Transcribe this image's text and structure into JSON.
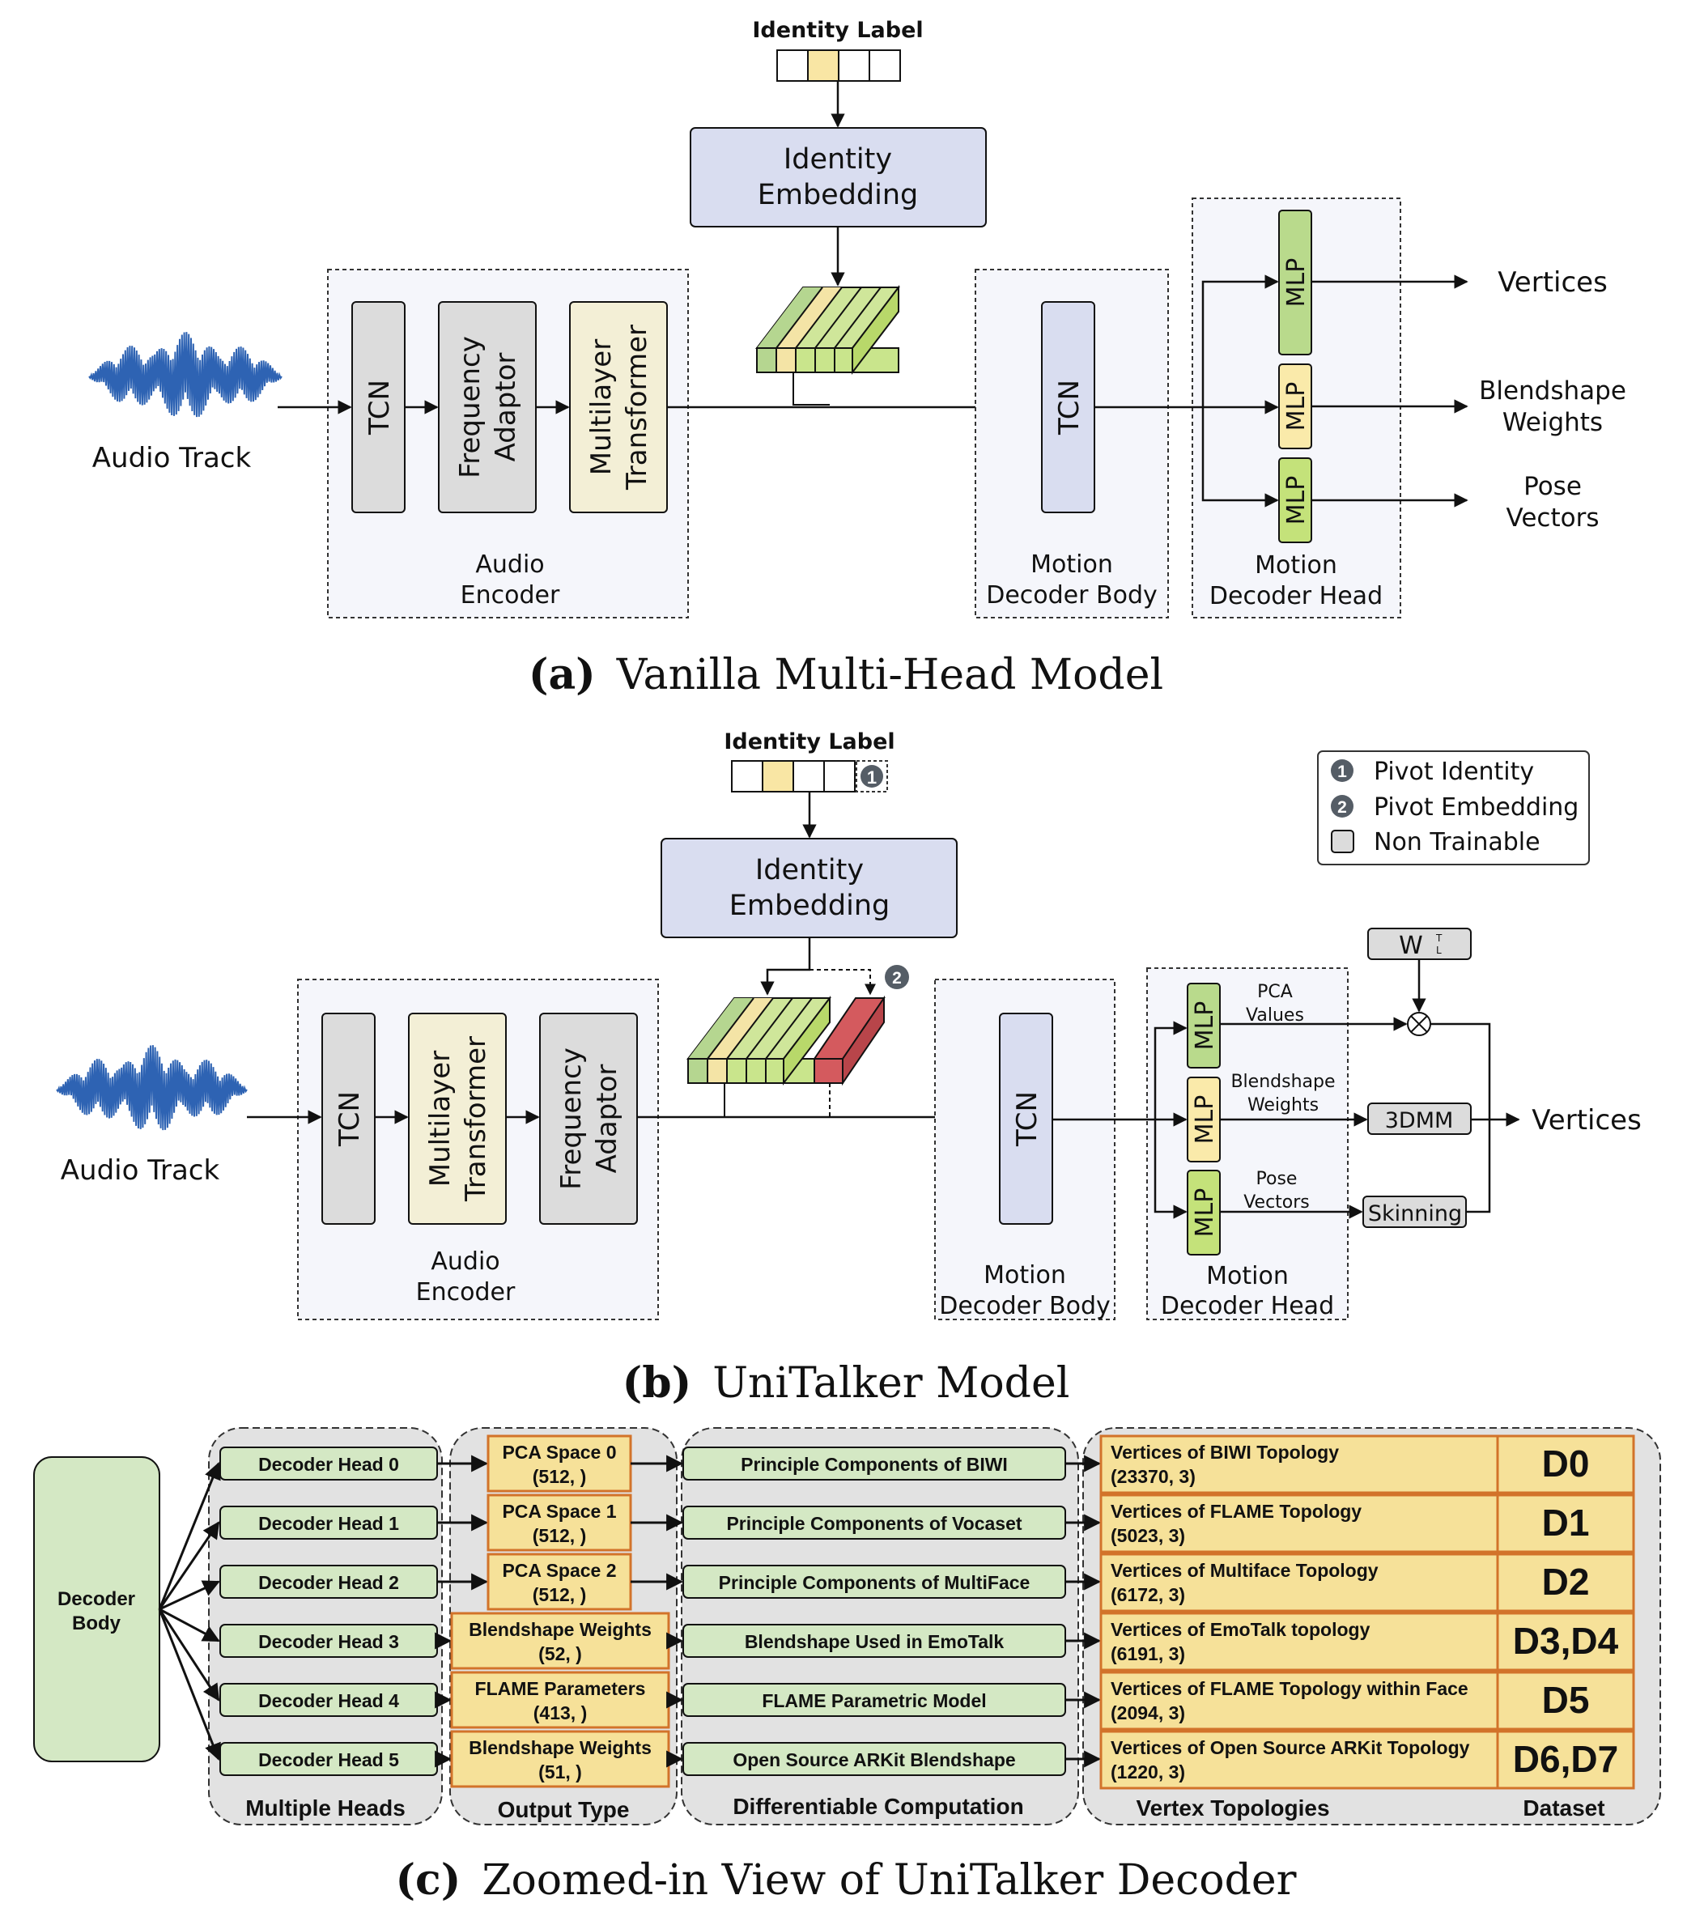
{
  "panel_a": {
    "caption_letter": "(a)",
    "caption_text": "Vanilla Multi-Head Model",
    "identity_label": "Identity Label",
    "identity_embedding": [
      "Identity",
      "Embedding"
    ],
    "audio_track": "Audio Track",
    "tcn": "TCN",
    "frequency_adaptor": [
      "Frequency",
      "Adaptor"
    ],
    "multilayer_transformer": [
      "Multilayer",
      "Transformer"
    ],
    "audio_encoder": [
      "Audio",
      "Encoder"
    ],
    "decoder_tcn": "TCN",
    "motion_decoder_body": [
      "Motion",
      "Decoder Body"
    ],
    "mlp": "MLP",
    "motion_decoder_head": [
      "Motion",
      "Decoder Head"
    ],
    "outputs": {
      "vertices": "Vertices",
      "blendshape": [
        "Blendshape",
        "Weights"
      ],
      "pose": [
        "Pose",
        "Vectors"
      ]
    }
  },
  "panel_b": {
    "caption_letter": "(b)",
    "caption_text": "UniTalker Model",
    "identity_label": "Identity Label",
    "identity_embedding": [
      "Identity",
      "Embedding"
    ],
    "audio_track": "Audio Track",
    "tcn": "TCN",
    "multilayer_transformer": [
      "Multilayer",
      "Transformer"
    ],
    "frequency_adaptor": [
      "Frequency",
      "Adaptor"
    ],
    "audio_encoder": [
      "Audio",
      "Encoder"
    ],
    "decoder_tcn": "TCN",
    "motion_decoder_body": [
      "Motion",
      "Decoder Body"
    ],
    "mlp": "MLP",
    "motion_decoder_head": [
      "Motion",
      "Decoder Head"
    ],
    "pca_values": [
      "PCA",
      "Values"
    ],
    "blendshape_weights": [
      "Blendshape",
      "Weights"
    ],
    "pose_vectors": [
      "Pose",
      "Vectors"
    ],
    "w_matrix": "W",
    "w_sup": "T",
    "w_sub": "L",
    "box_3dmm": "3DMM",
    "skinning": "Skinning",
    "vertices": "Vertices",
    "badge_1": "1",
    "badge_2": "2",
    "legend": {
      "pivot_identity": "Pivot Identity",
      "pivot_embedding": "Pivot Embedding",
      "non_trainable": "Non Trainable"
    }
  },
  "panel_c": {
    "caption_letter": "(c)",
    "caption_text": "Zoomed-in View of UniTalker Decoder",
    "decoder_body": [
      "Decoder",
      "Body"
    ],
    "heads": [
      "Decoder Head 0",
      "Decoder Head 1",
      "Decoder Head 2",
      "Decoder Head 3",
      "Decoder Head 4",
      "Decoder Head 5"
    ],
    "output_types": [
      [
        "PCA Space 0",
        "(512, )"
      ],
      [
        "PCA Space 1",
        "(512, )"
      ],
      [
        "PCA Space 2",
        "(512, )"
      ],
      [
        "Blendshape Weights",
        "(52, )"
      ],
      [
        "FLAME Parameters",
        "(413, )"
      ],
      [
        "Blendshape Weights",
        "(51, )"
      ]
    ],
    "computations": [
      "Principle Components of BIWI",
      "Principle Components of Vocaset",
      "Principle Components of MultiFace",
      "Blendshape Used in EmoTalk",
      "FLAME Parametric Model",
      "Open Source ARKit Blendshape"
    ],
    "topologies": [
      [
        "Vertices of BIWI Topology",
        "(23370, 3)"
      ],
      [
        "Vertices of FLAME Topology",
        "(5023, 3)"
      ],
      [
        "Vertices of Multiface Topology",
        "(6172, 3)"
      ],
      [
        "Vertices of EmoTalk topology",
        "(6191, 3)"
      ],
      [
        "Vertices of FLAME Topology within Face",
        "(2094, 3)"
      ],
      [
        "Vertices of Open Source ARKit Topology",
        "(1220, 3)"
      ]
    ],
    "datasets": [
      "D0",
      "D1",
      "D2",
      "D3,D4",
      "D5",
      "D6,D7"
    ],
    "group_labels": {
      "heads": "Multiple Heads",
      "output": "Output Type",
      "computation": "Differentiable Computation",
      "topologies": "Vertex Topologies",
      "dataset": "Dataset"
    }
  },
  "colors": {
    "gray_block": "#dcdcdc",
    "cream_block": "#f3efd6",
    "blue_block": "#d9ddf0",
    "green_mlp": "#b9da8c",
    "yellow_mlp": "#faeaaa",
    "lime": "#c4e27a",
    "red_pivot": "#d45a5e",
    "panel_bg": "#f5f6fb",
    "c_green": "#d4e8c4",
    "c_yellow": "#f6e199",
    "c_orange_border": "#d2732a",
    "c_gray_bg": "#e2e2e2",
    "wave_blue": "#2e63b3"
  }
}
